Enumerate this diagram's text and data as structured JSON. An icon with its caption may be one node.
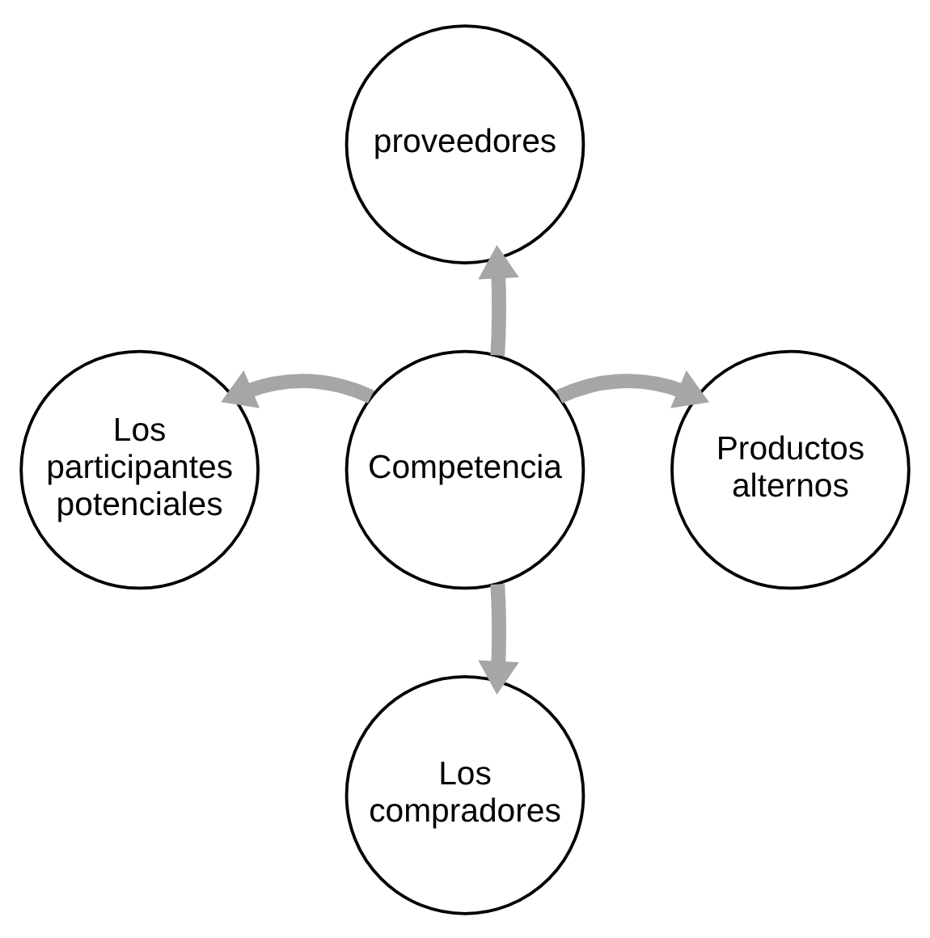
{
  "diagram": {
    "nodes": [
      {
        "text": [
          "proveedores"
        ]
      },
      {
        "text": [
          "Los participantes potenciales"
        ]
      },
      {
        "text": [
          "Competencia"
        ]
      },
      {
        "text": [
          "Productos alternos"
        ]
      },
      {
        "text": [
          "Los compradores"
        ]
      }
    ],
    "edges": [
      {
        "from": 2,
        "to": 0,
        "arrow": "to"
      },
      {
        "from": 2,
        "to": 3,
        "arrow": "to"
      },
      {
        "from": 2,
        "to": 4,
        "arrow": "to"
      },
      {
        "from": 2,
        "to": 1,
        "arrow": "to"
      }
    ]
  }
}
